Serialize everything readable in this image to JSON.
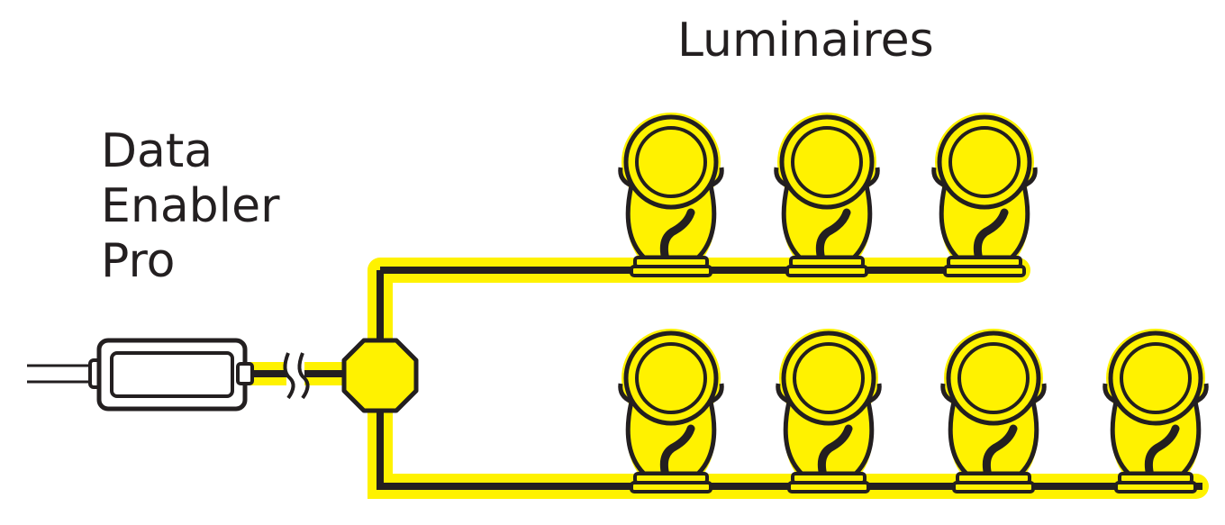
{
  "labels": {
    "luminaires": "Luminaires",
    "device_line1": "Data",
    "device_line2": "Enabler",
    "device_line3": "Pro"
  },
  "colors": {
    "highlight": "#fff200",
    "outline": "#231f20",
    "background": "#ffffff"
  },
  "luminaires": {
    "top_row_count": 3,
    "bottom_row_count": 4
  }
}
